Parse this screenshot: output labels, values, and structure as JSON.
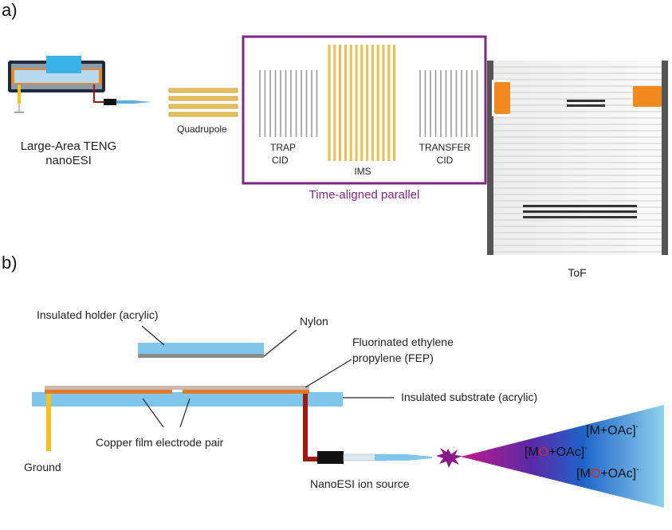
{
  "panels": {
    "a_label": "a)",
    "b_label": "b)"
  },
  "panel_a": {
    "teng_line1": "Large-Area TENG",
    "teng_line2": "nanoESI",
    "quadrupole": "Quadrupole",
    "trap_line1": "TRAP",
    "trap_line2": "CID",
    "ims": "IMS",
    "transfer_line1": "TRANSFER",
    "transfer_line2": "CID",
    "time_aligned": "Time-aligned parallel",
    "tof": "ToF"
  },
  "panel_b": {
    "holder": "Insulated  holder (acrylic)",
    "nylon": "Nylon",
    "fep_line1": "Fluorinated ethylene",
    "fep_line2": "propylene (FEP)",
    "substrate": "Insulated substrate (acrylic)",
    "copper": "Copper film electrode pair",
    "ground": "Ground",
    "ion_source": "NanoESI ion source",
    "ions": [
      {
        "prefix": "[M",
        "highlight": "",
        "suffix": "+OAc]",
        "charge": "-"
      },
      {
        "prefix": "[M",
        "highlight": "O",
        "suffix": "+OAc]",
        "charge": "-"
      },
      {
        "prefix": "[M",
        "highlight": "O",
        "suffix": "+OAc]",
        "charge": "-"
      }
    ]
  },
  "colors": {
    "purple_box": "#7b2a7f",
    "gold": "#e6c15a",
    "gray_lines": "#9a9a9a",
    "orange": "#f08a1e",
    "acrylic_blue": "#7fc6ea",
    "copper": "#e07b2a",
    "ground_yellow": "#f4c21a",
    "dark_red": "#9c1a10",
    "highlight_red": "#e0241b"
  }
}
